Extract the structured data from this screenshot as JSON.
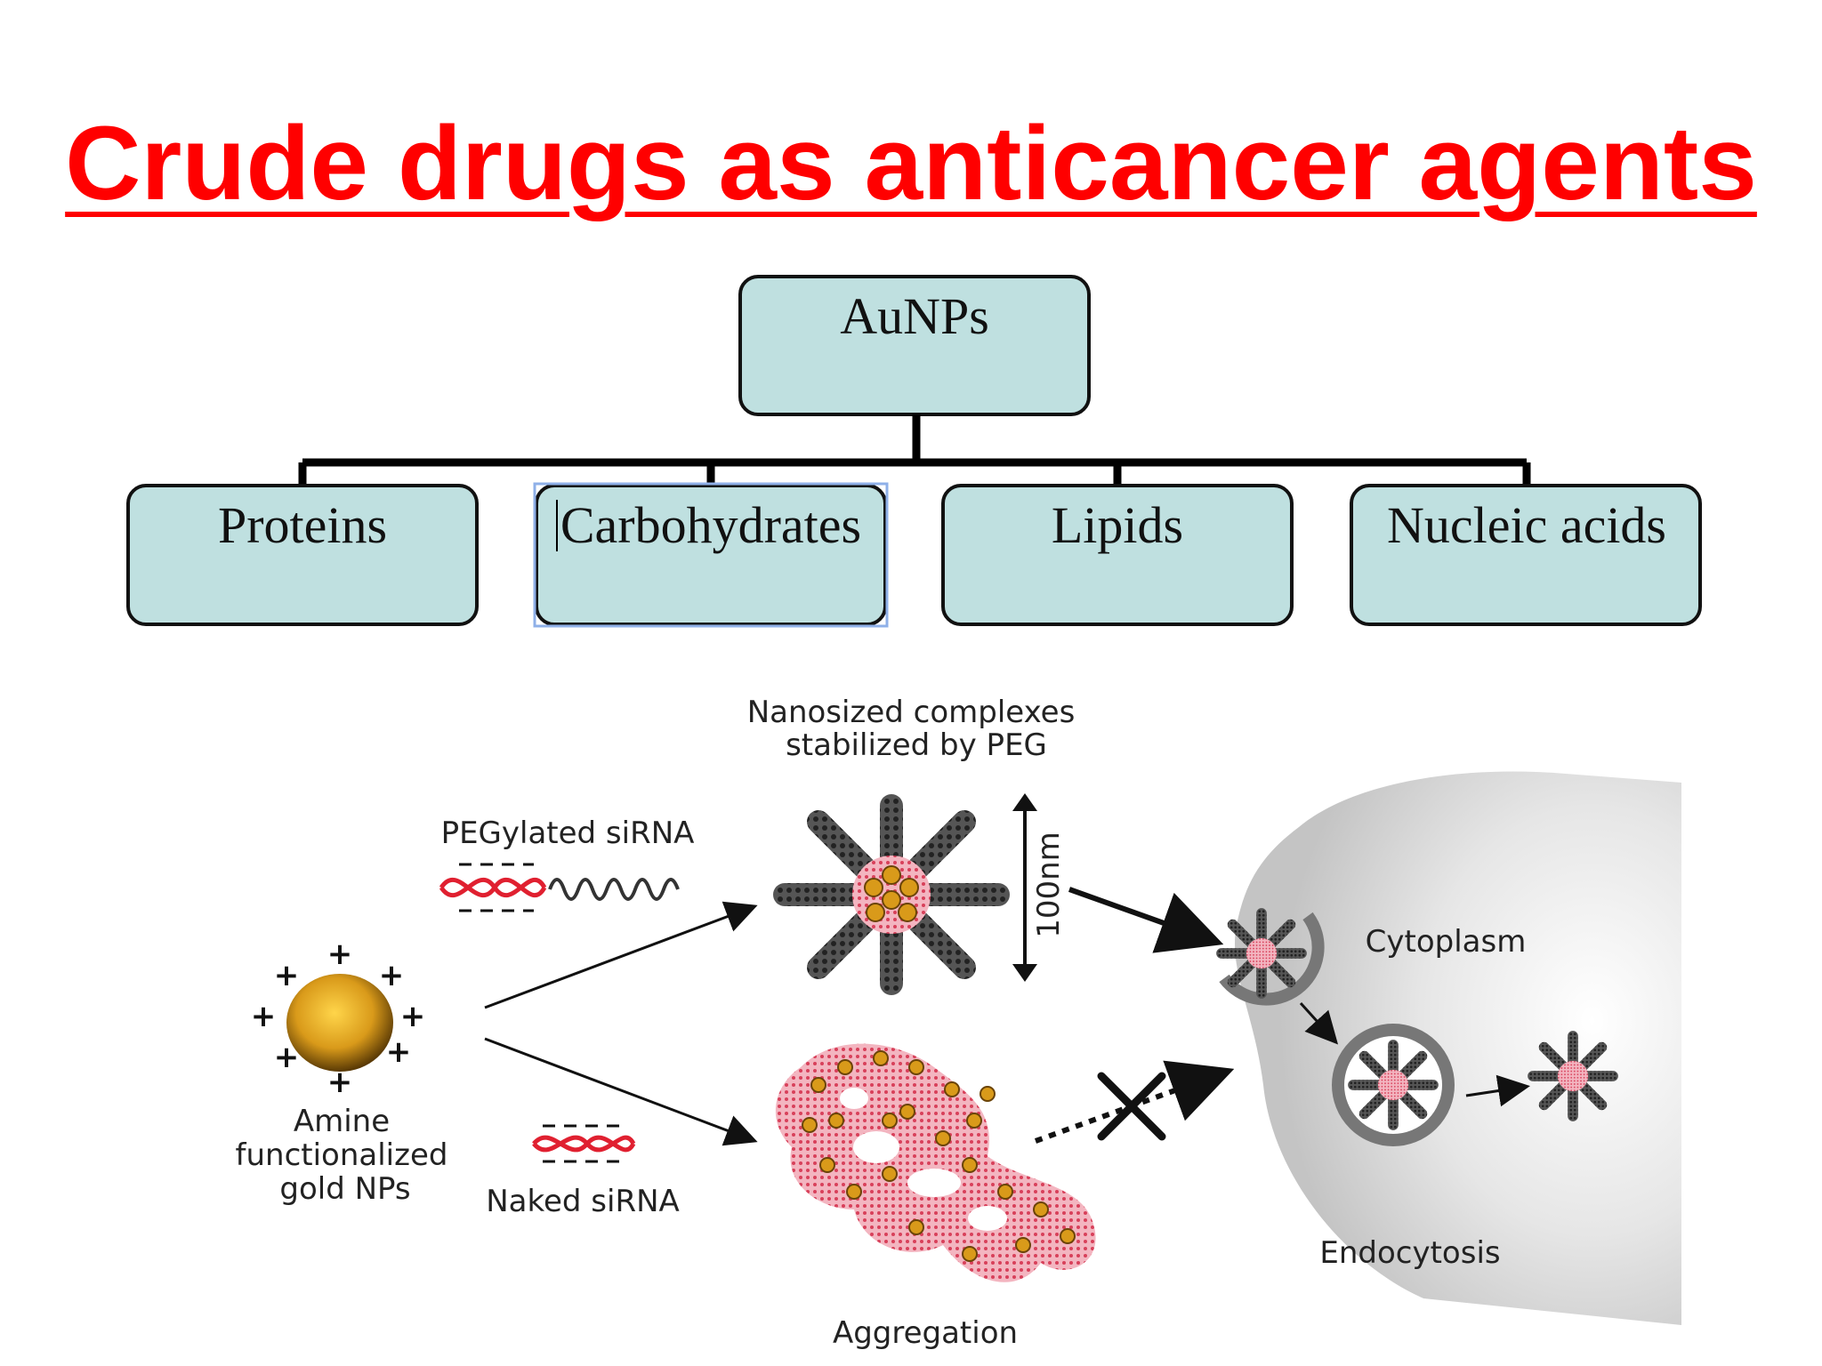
{
  "title": "Crude drugs as anticancer agents",
  "hierarchy": {
    "root": "AuNPs",
    "children": [
      "Proteins",
      "Carbohydrates",
      "Lipids",
      "Nucleic acids"
    ]
  },
  "figure": {
    "nanosized_label_line1": "Nanosized complexes",
    "nanosized_label_line2": "stabilized by PEG",
    "pegylated_label": "PEGylated siRNA",
    "scale_label": "100nm",
    "amine_line1": "Amine",
    "amine_line2": "functionalized",
    "amine_line3": "gold NPs",
    "naked_label": "Naked siRNA",
    "cytoplasm_label": "Cytoplasm",
    "endocytosis_label": "Endocytosis",
    "aggregation_label": "Aggregation"
  },
  "colors": {
    "title": "#ff0000",
    "box_fill": "#bfe0e0",
    "box_stroke": "#111111",
    "gold": "#d99a1a",
    "pink": "#e0506a",
    "cell": "#d9d9d9"
  }
}
